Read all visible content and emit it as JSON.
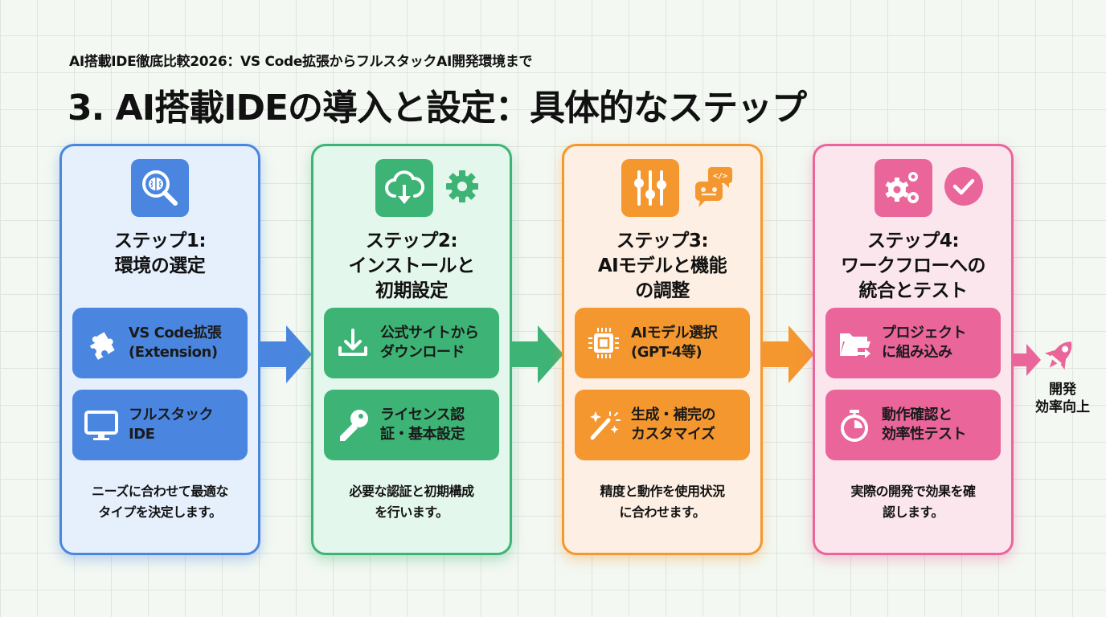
{
  "header": {
    "subtitle": "AI搭載IDE徹底比較2026：VS Code拡張からフルスタックAI開発環境まで",
    "title": "3. AI搭載IDEの導入と設定：具体的なステップ"
  },
  "colors": {
    "step1": "#4a86e0",
    "step2": "#3db476",
    "step3": "#f4972f",
    "step4": "#e9659a"
  },
  "steps": [
    {
      "title": "ステップ1:\n環境の選定",
      "icons": [
        "brain-search-icon"
      ],
      "items": [
        {
          "icon": "puzzle-icon",
          "label": "VS Code拡張\n(Extension)"
        },
        {
          "icon": "monitor-icon",
          "label": "フルスタック\nIDE"
        }
      ],
      "description": "ニーズに合わせて最適な\nタイプを決定します。"
    },
    {
      "title": "ステップ2:\nインストールと\n初期設定",
      "icons": [
        "cloud-download-icon",
        "gear-icon"
      ],
      "items": [
        {
          "icon": "download-icon",
          "label": "公式サイトから\nダウンロード"
        },
        {
          "icon": "key-icon",
          "label": "ライセンス認\n証・基本設定"
        }
      ],
      "description": "必要な認証と初期構成\nを行います。"
    },
    {
      "title": "ステップ3:\nAIモデルと機能\nの調整",
      "icons": [
        "sliders-icon",
        "robot-chat-icon"
      ],
      "items": [
        {
          "icon": "chip-icon",
          "label": "AIモデル選択\n(GPT-4等)"
        },
        {
          "icon": "magic-wand-icon",
          "label": "生成・補完の\nカスタマイズ"
        }
      ],
      "description": "精度と動作を使用状況\nに合わせます。"
    },
    {
      "title": "ステップ4:\nワークフローへの\n統合とテスト",
      "icons": [
        "gears-icon",
        "check-circle-icon"
      ],
      "items": [
        {
          "icon": "folder-import-icon",
          "label": "プロジェクト\nに組み込み"
        },
        {
          "icon": "stopwatch-icon",
          "label": "動作確認と\n効率性テスト"
        }
      ],
      "description": "実際の開発で効果を確\n認します。"
    }
  ],
  "goal": {
    "icon": "rocket-icon",
    "label": "開発\n効率向上"
  }
}
